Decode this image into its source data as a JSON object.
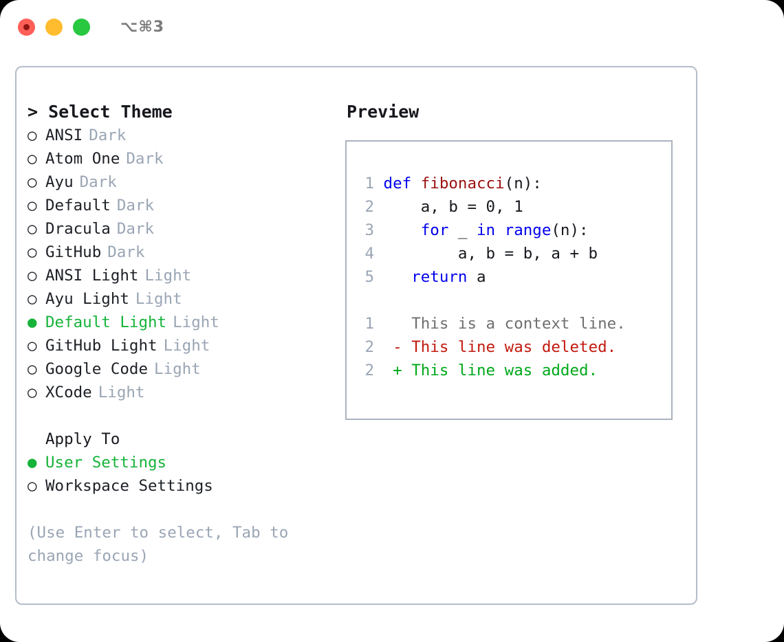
{
  "titlebar": {
    "lights": [
      {
        "name": "close",
        "color": "#ff5f57"
      },
      {
        "name": "minimize",
        "color": "#febc2e"
      },
      {
        "name": "maximize",
        "color": "#28c840"
      }
    ],
    "shortcut": "⌥⌘3"
  },
  "theme_list": {
    "header": "> Select Theme",
    "selected_index": 8,
    "items": [
      {
        "bullet": "○",
        "label": "ANSI",
        "tag": "Dark",
        "selected": false
      },
      {
        "bullet": "○",
        "label": "Atom One",
        "tag": "Dark",
        "selected": false
      },
      {
        "bullet": "○",
        "label": "Ayu",
        "tag": "Dark",
        "selected": false
      },
      {
        "bullet": "○",
        "label": "Default",
        "tag": "Dark",
        "selected": false
      },
      {
        "bullet": "○",
        "label": "Dracula",
        "tag": "Dark",
        "selected": false
      },
      {
        "bullet": "○",
        "label": "GitHub",
        "tag": "Dark",
        "selected": false
      },
      {
        "bullet": "○",
        "label": "ANSI Light",
        "tag": "Light",
        "selected": false
      },
      {
        "bullet": "○",
        "label": "Ayu Light",
        "tag": "Light",
        "selected": false
      },
      {
        "bullet": "●",
        "label": "Default Light",
        "tag": "Light",
        "selected": true
      },
      {
        "bullet": "○",
        "label": "GitHub Light",
        "tag": "Light",
        "selected": false
      },
      {
        "bullet": "○",
        "label": "Google Code",
        "tag": "Light",
        "selected": false
      },
      {
        "bullet": "○",
        "label": "XCode",
        "tag": "Light",
        "selected": false
      }
    ]
  },
  "apply_to": {
    "title": "Apply To",
    "selected_index": 0,
    "items": [
      {
        "bullet": "●",
        "label": "User Settings",
        "selected": true
      },
      {
        "bullet": "○",
        "label": "Workspace Settings",
        "selected": false
      }
    ]
  },
  "hint": "(Use Enter to select, Tab to change focus)",
  "preview": {
    "header": "Preview",
    "code_lines": [
      {
        "number": "1",
        "tokens": [
          {
            "text": "def ",
            "style": "kw"
          },
          {
            "text": "fibonacci",
            "style": "fn"
          },
          {
            "text": "(n):",
            "style": "pl"
          }
        ]
      },
      {
        "number": "2",
        "tokens": [
          {
            "text": "    a, b = 0, 1",
            "style": "pl"
          }
        ]
      },
      {
        "number": "3",
        "tokens": [
          {
            "text": "    for",
            "style": "kw"
          },
          {
            "text": " _ ",
            "style": "pl"
          },
          {
            "text": "in range",
            "style": "kw"
          },
          {
            "text": "(n):",
            "style": "pl"
          }
        ]
      },
      {
        "number": "4",
        "tokens": [
          {
            "text": "        a, b = b, a + b",
            "style": "pl"
          }
        ]
      },
      {
        "number": "5",
        "tokens": [
          {
            "text": "   return",
            "style": "kw"
          },
          {
            "text": " a",
            "style": "pl"
          }
        ]
      }
    ],
    "diff_lines": [
      {
        "number": "1",
        "marker": "  ",
        "text": "This is a context line.",
        "style": "ctx"
      },
      {
        "number": "2",
        "marker": "- ",
        "text": "This line was deleted.",
        "style": "del"
      },
      {
        "number": "2",
        "marker": "+ ",
        "text": "This line was added.",
        "style": "add"
      }
    ]
  },
  "colors": {
    "accent_green": "#16b339",
    "muted": "#9aa5b4",
    "keyword_blue": "#0000ee",
    "function_red": "#9b1111",
    "diff_add": "#00a81a",
    "diff_del": "#c21a0f",
    "border": "#b4bdc9"
  }
}
